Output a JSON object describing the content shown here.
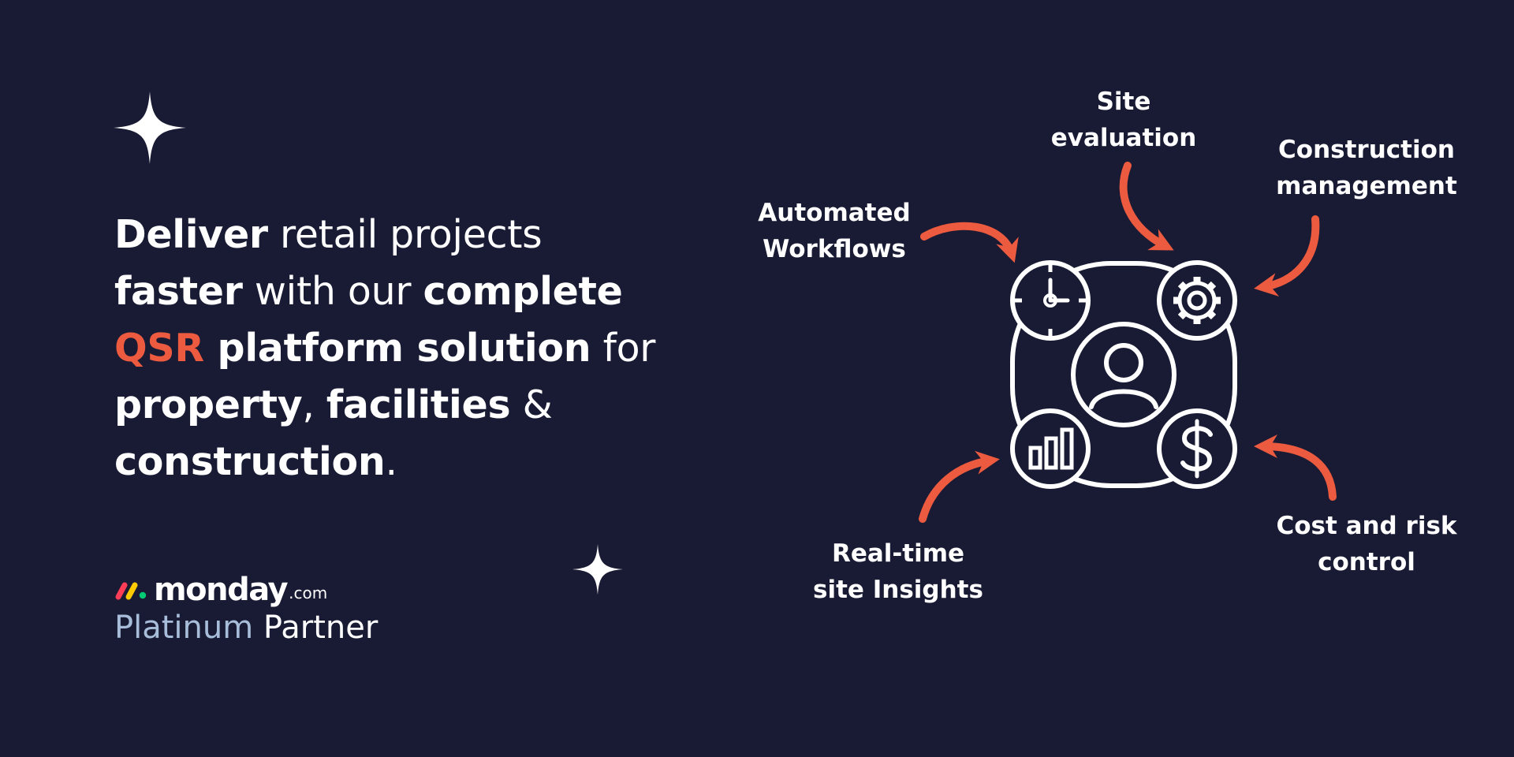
{
  "headline": {
    "line1": {
      "bold": "Deliver",
      "rest": " retail projects"
    },
    "line2": {
      "bold1": "faster",
      "mid": " with our ",
      "bold2": "complete"
    },
    "line3": {
      "accent": "QSR",
      "bold": " platform solution",
      "rest": " for"
    },
    "line4": {
      "bold1": "property",
      "mid1": ", ",
      "bold2": "facilities",
      "rest": " &"
    },
    "line5": {
      "bold": "construction",
      "rest": "."
    }
  },
  "partner": {
    "logo_word": "monday",
    "logo_tld": ".com",
    "tier": "Platinum",
    "role": " Partner"
  },
  "diagram": {
    "labels": {
      "automated": [
        "Automated",
        "Workflows"
      ],
      "site": [
        "Site",
        "evaluation"
      ],
      "construction": [
        "Construction",
        "management"
      ],
      "insights": [
        "Real-time",
        "site Insights"
      ],
      "cost": [
        "Cost and risk",
        "control"
      ]
    },
    "icons": [
      "clock-icon",
      "gear-icon",
      "user-icon",
      "bar-chart-icon",
      "dollar-icon"
    ]
  },
  "colors": {
    "background": "#181b33",
    "accent": "#ec5a3f",
    "text": "#ffffff",
    "platinum": "#a7bdd9",
    "logo_red": "#ff3d57",
    "logo_yellow": "#ffcb00",
    "logo_green": "#00ca72"
  }
}
